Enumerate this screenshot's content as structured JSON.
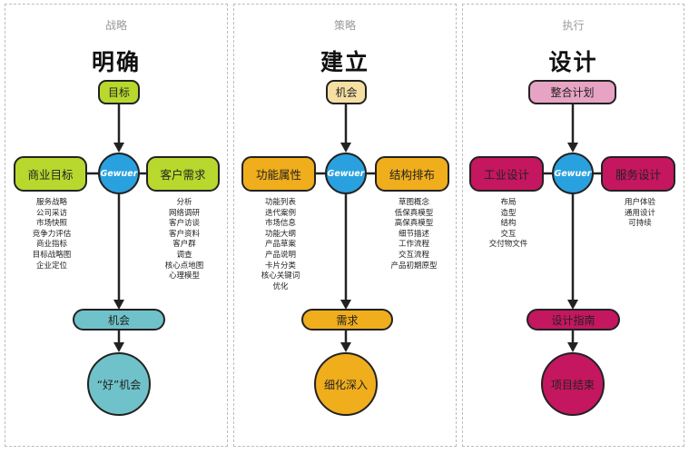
{
  "columns": [
    {
      "subtitle": "战略",
      "title": "明确",
      "top_box": "目标",
      "hub": "Gewuer",
      "left_box": "商业目标",
      "right_box": "客户需求",
      "left_list": [
        "服务战略",
        "公司采访",
        "市场快照",
        "竞争力评估",
        "商业指标",
        "目标战略图",
        "企业定位"
      ],
      "right_list": [
        "分析",
        "网络调研",
        "客户访谈",
        "客户资料",
        "客户群",
        "调查",
        "核心点地图",
        "心理模型"
      ],
      "pill": "机会",
      "circle": "“好”机会",
      "colors": {
        "top": "#b8d82e",
        "side": "#b8d82e",
        "pill": "#6fc2c9",
        "circle": "#6fc2c9"
      }
    },
    {
      "subtitle": "策略",
      "title": "建立",
      "top_box": "机会",
      "hub": "Gewuer",
      "left_box": "功能属性",
      "right_box": "结构排布",
      "left_list": [
        "功能列表",
        "迭代案例",
        "市场信息",
        "功能大纲",
        "产品草案",
        "产品说明",
        "卡片分类",
        "核心关键词",
        "优化"
      ],
      "right_list": [
        "草图概念",
        "低保真模型",
        "高保真模型",
        "细节描述",
        "工作流程",
        "交互流程",
        "产品初期原型"
      ],
      "pill": "需求",
      "circle": "细化深入",
      "colors": {
        "top": "#f5dfa3",
        "side": "#f0ad1c",
        "pill": "#f0ad1c",
        "circle": "#f0ad1c"
      }
    },
    {
      "subtitle": "执行",
      "title": "设计",
      "top_box": "整合计划",
      "hub": "Gewuer",
      "left_box": "工业设计",
      "right_box": "服务设计",
      "left_list": [
        "布局",
        "造型",
        "结构",
        "交互",
        "交付物文件"
      ],
      "right_list": [
        "用户体验",
        "通用设计",
        "可持续"
      ],
      "pill": "设计指南",
      "circle": "项目结束",
      "colors": {
        "top": "#e7a3c4",
        "side": "#c51660",
        "pill": "#c51660",
        "circle": "#c51660"
      }
    }
  ]
}
